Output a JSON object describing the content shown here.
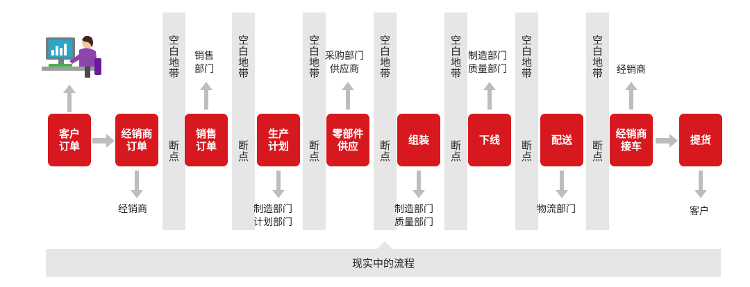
{
  "gaps": {
    "top_label": "空\n白\n地\n带",
    "mid_label": "断\n点"
  },
  "boxes": [
    "客户\n订单",
    "经销商\n订单",
    "销售\n订单",
    "生产\n计划",
    "零部件\n供应",
    "组装",
    "下线",
    "配送",
    "经销商\n接车",
    "提货"
  ],
  "labels": {
    "dealer_below": "经销商",
    "sales_dept_above": "销售\n部门",
    "mfg_plan_below": "制造部门\n计划部门",
    "purchase_supplier_above": "采购部门\n供应商",
    "mfg_quality_below": "制造部门\n质量部门",
    "mfg_quality_above": "制造部门\n质量部门",
    "logistics_below": "物流部门",
    "dealer_above": "经销商",
    "customer_below": "客户"
  },
  "banner": "现实中的流程",
  "colors": {
    "box": "#d7191f",
    "gap": "#e6e6e6",
    "arrow": "#bdbdbd"
  }
}
